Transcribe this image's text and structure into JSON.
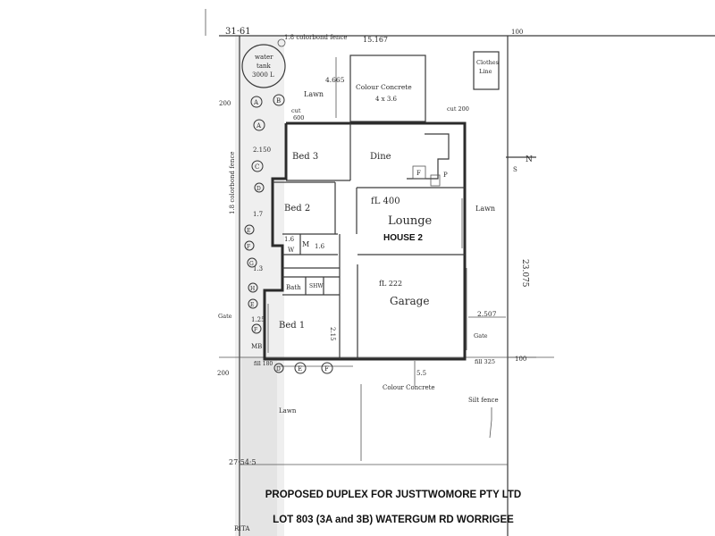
{
  "boundary": {
    "top_left": "31·61",
    "top_fence": "1.8 colorbond fence",
    "top_dim": "15.167",
    "top_right": "100",
    "left_dim_1": "200",
    "left_fence": "1.8 colorbond fence",
    "left_dim_2": "2.150",
    "left_dim_3": "1.7",
    "left_dim_4": "1.3",
    "left_dim_5": "1.25",
    "right_dim": "23.075",
    "right_mid": "100",
    "bottom_left": "27·54·5",
    "bottom_left_2": "200",
    "corner_rita": "RITA"
  },
  "site": {
    "water_tank": [
      "water",
      "tank",
      "3000 L"
    ],
    "clothes_line": [
      "Clothes",
      "Line"
    ],
    "lawn_rear": "Lawn",
    "lawn_side": "Lawn",
    "lawn_front": "Lawn",
    "rear_setback": "4.665",
    "cut_left": [
      "cut",
      "600"
    ],
    "cut_right": "cut 200",
    "concrete_rear": "Colour Concrete",
    "concrete_rear_dim": "4 x 3.6",
    "concrete_front": "Colour Concrete",
    "front_dim": "5.5",
    "side_dim": "2.507",
    "gate_left": "Gate",
    "gate_right": "Gate",
    "fill_right": "fill 325",
    "fill_left": "fill 180",
    "silt_fence": "Silt fence",
    "mb": "MB",
    "north": "N",
    "south": "S"
  },
  "rooms": {
    "bed3": "Bed 3",
    "dine": "Dine",
    "fl_upper": "fL 400",
    "lounge": "Lounge",
    "house_label": "HOUSE 2",
    "bed2": "Bed 2",
    "wir": "1.6",
    "linen": "1.6",
    "bath": "Bath",
    "shw": "SHW",
    "fl_lower": "fL 222",
    "garage": "Garage",
    "bed1": "Bed 1",
    "bed1_dim": "2.15",
    "kitchen_f": "F",
    "kitchen_p": "P",
    "w_label": "W",
    "m_label": "M"
  },
  "trees": [
    "A",
    "B",
    "C",
    "D",
    "E",
    "F",
    "G",
    "H",
    "E",
    "F",
    "E",
    "F",
    "D",
    "A"
  ],
  "caption": {
    "line1": "PROPOSED DUPLEX FOR JUSTTWOMORE PTY LTD",
    "line2": "LOT 803 (3A and 3B) WATERGUM RD WORRIGEE"
  }
}
